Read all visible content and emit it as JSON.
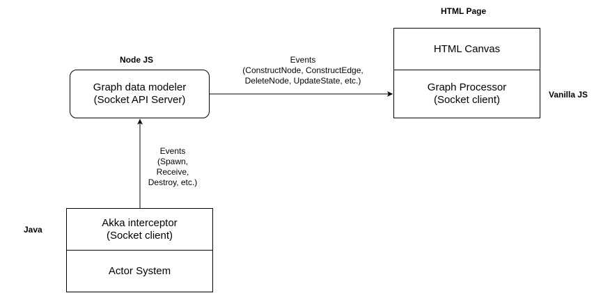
{
  "labels": {
    "html_page": "HTML Page",
    "node_js": "Node JS",
    "vanilla_js": "Vanilla JS",
    "java": "Java"
  },
  "modeler": {
    "line1": "Graph data modeler",
    "line2": "(Socket API Server)"
  },
  "html_page": {
    "canvas": "HTML Canvas",
    "processor_line1": "Graph Processor",
    "processor_line2": "(Socket client)"
  },
  "java_stack": {
    "interceptor_line1": "Akka interceptor",
    "interceptor_line2": "(Socket client)",
    "actor_system": "Actor System"
  },
  "edge_modeler_to_processor": {
    "line1": "Events",
    "line2": "(ConstructNode, ConstructEdge,",
    "line3": "DeleteNode, UpdateState, etc.)"
  },
  "edge_interceptor_to_modeler": {
    "line1": "Events",
    "line2": "(Spawn,",
    "line3": "Receive,",
    "line4": "Destroy, etc.)"
  }
}
